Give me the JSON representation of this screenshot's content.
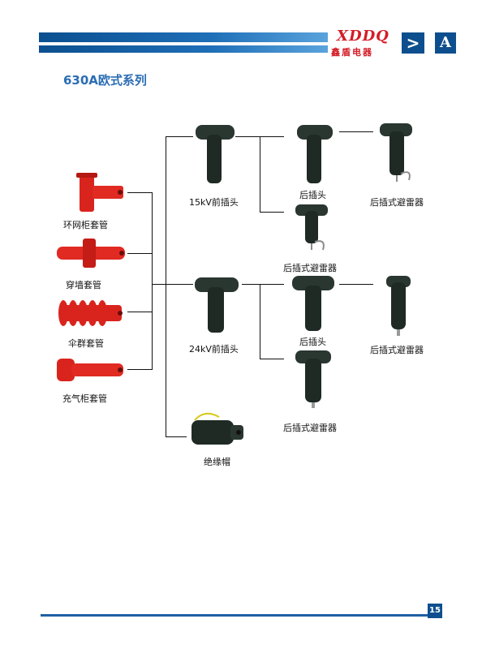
{
  "header": {
    "brand_en": "XDDQ",
    "brand_cn": "鑫盾电器",
    "section_letter": "A",
    "nav_arrow": ">"
  },
  "title": "630A欧式系列",
  "bushings": [
    {
      "label": "环网柜套管"
    },
    {
      "label": "穿墙套管"
    },
    {
      "label": "伞群套管"
    },
    {
      "label": "充气柜套管"
    }
  ],
  "connectors": {
    "front_15kv": "15kV前插头",
    "rear_plug_1": "后插头",
    "rear_arrester_1a": "后插式避雷器",
    "rear_arrester_1b": "后插式避雷器",
    "front_24kv": "24kV前插头",
    "rear_plug_2": "后插头",
    "rear_arrester_2a": "后插式避雷器",
    "rear_arrester_2b": "后插式避雷器",
    "insulating_cap": "绝缘帽"
  },
  "footer": {
    "page_number": "15"
  },
  "colors": {
    "brand_blue": "#0d4f8e",
    "title_blue": "#2b6db3",
    "brand_red": "#d41c26",
    "bushing_red": "#d9241e"
  }
}
